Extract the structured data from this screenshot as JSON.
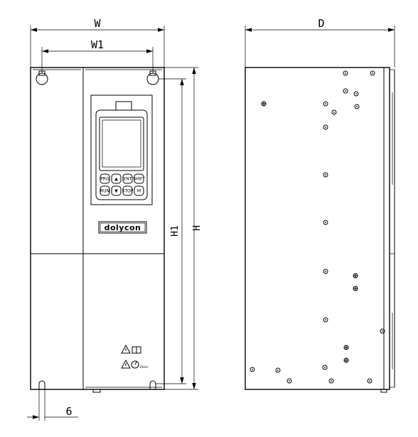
{
  "dimensions": {
    "width_label": "W",
    "w1_label": "W1",
    "depth_label": "D",
    "h_label": "H",
    "h1_label": "H1",
    "hole_label": "6"
  },
  "panel": {
    "brand": "dolycon"
  },
  "warning": {
    "time_label": "10min"
  },
  "keypad": {
    "keys": [
      "PRG",
      "▲",
      "ENT",
      "SHIFT",
      "RUN",
      "▼",
      "STOP",
      "M"
    ]
  }
}
